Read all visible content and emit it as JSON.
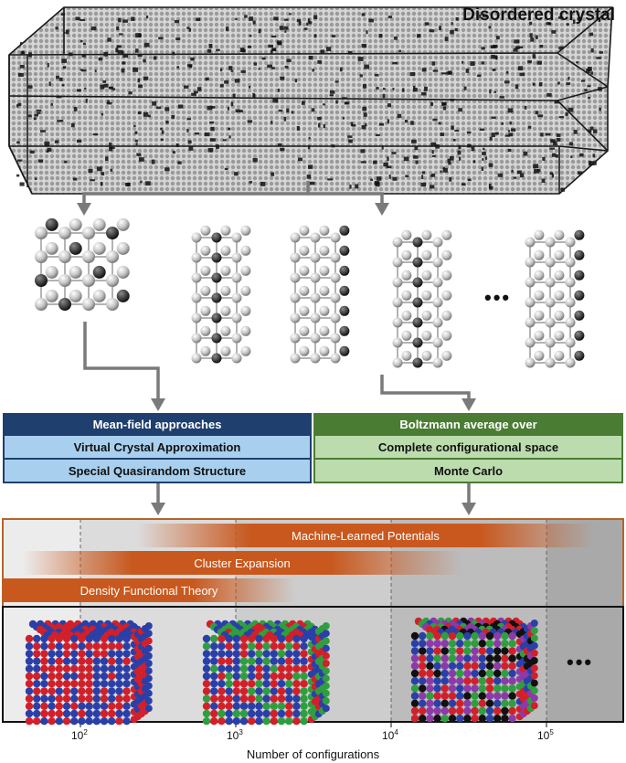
{
  "title": "Disordered crystal",
  "ellipsis": "•••",
  "mean_field": {
    "header": "Mean-field approaches",
    "rows": [
      "Virtual Crystal Approximation",
      "Special Quasirandom Structure"
    ],
    "colors": {
      "header": "#1f3f6e",
      "row": "#a9cfee"
    }
  },
  "boltzmann": {
    "header": "Boltzmann average over",
    "rows": [
      "Complete configurational space",
      "Monte Carlo"
    ],
    "colors": {
      "header": "#4a7c34",
      "row": "#bcdcae"
    }
  },
  "methods": [
    {
      "label": "Machine-Learned Potentials"
    },
    {
      "label": "Cluster Expansion"
    },
    {
      "label": "Density Functional Theory"
    }
  ],
  "axis": {
    "label": "Number of configurations",
    "ticks": [
      {
        "base": "10",
        "exp": "2"
      },
      {
        "base": "10",
        "exp": "3"
      },
      {
        "base": "10",
        "exp": "4"
      },
      {
        "base": "10",
        "exp": "5"
      }
    ]
  },
  "colors": {
    "accent_orange": "#c8581e",
    "frame_orange": "#b5642a",
    "arrow_gray": "#7a7a7a",
    "atom_red": "#d1202a",
    "atom_blue": "#2b3fa8",
    "atom_green": "#2f9e3f",
    "atom_purple": "#8b3aa8"
  }
}
